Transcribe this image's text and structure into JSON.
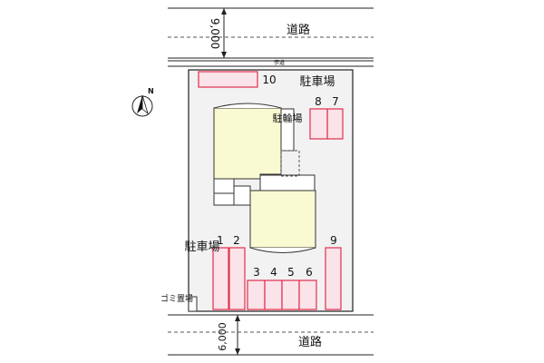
{
  "roads": {
    "top": {
      "label": "道路",
      "width_label": "9,000"
    },
    "bottom": {
      "label": "道路",
      "width_label": "6,000"
    },
    "sidewalk_label": "歩道"
  },
  "compass": {
    "label": "N"
  },
  "labels": {
    "parking_main": "駐車場",
    "bicycle_parking": "駐輪場",
    "parking_side": "駐車場",
    "garbage": "ゴミ置場"
  },
  "parking_spaces": [
    "1",
    "2",
    "3",
    "4",
    "5",
    "6",
    "7",
    "8",
    "9",
    "10"
  ],
  "colors": {
    "lot_fill": "#f2f2f2",
    "building_fill": "#fafad2",
    "space_fill": "#fbe3ea",
    "space_stroke": "#e0304c"
  }
}
